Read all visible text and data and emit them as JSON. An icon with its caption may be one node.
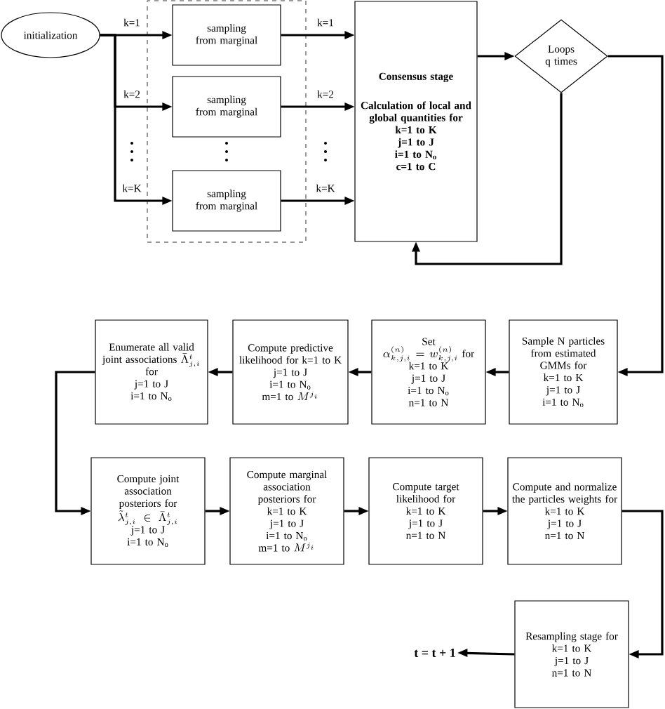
{
  "diagram": {
    "nodes": [
      {
        "text": [
          "initialization"
        ]
      },
      {
        "text": [],
        "shape": "box"
      },
      {
        "text": [
          "sampling from marginal"
        ],
        "in": 1
      },
      {
        "text": [
          "sampling from marginal"
        ],
        "in": 1
      },
      {
        "text": [
          "sampling from marginal"
        ],
        "in": 1
      },
      {
        "text": [
          "Consensus stage",
          "Calculation of local and global quantities for",
          "k=1 to K",
          "j=1 to J",
          "i=1 to N$_{o}$",
          "c=1 to C"
        ]
      },
      {
        "text": [
          "Loops q times"
        ]
      },
      {
        "text": [
          "Sample N particles from estimated GMMs for",
          "k=1 to K",
          "j=1 to J",
          "i=1 to N$_{o}$"
        ]
      },
      {
        "text": [
          "Set",
          "\\alpha^{(n)}_{k,j,i}=w^{(n)}_{k,j,i}",
          "for",
          "k=1 to K",
          "j=1 to J",
          "i=1 to N$_{o}$",
          "n=1 to N"
        ]
      },
      {
        "text": [
          "Compute predictive likelihood for",
          "k=1 to K",
          "j=1 to J",
          "i=1 to N$_{o}$",
          "m=1 to",
          "M^{j_i}"
        ]
      },
      {
        "text": [
          "Enumerate all valid joint associations",
          "\\bar{\\Lambda}^{t}_{j,i}",
          "for",
          "j=1 to J",
          "i=1 to N$_{o}$"
        ]
      },
      {
        "text": [
          "Compute joint association posteriors for",
          "\\tilde{\\lambda}^{t}_{j,i}\\in\\bar{\\Lambda}^{t}_{j,i}",
          "j=1 to J",
          "i=1 to N$_{o}$"
        ]
      },
      {
        "text": [
          "Compute marginal association posteriors for",
          "k=1 to K",
          "j=1 to J",
          "i=1 to N$_{o}$",
          "m=1 to",
          "M^{j_i}"
        ]
      },
      {
        "text": [
          "Compute target likelihood for",
          "k=1 to K",
          "j=1 to J",
          "n=1 to N"
        ]
      },
      {
        "text": [
          "Compute and normalize the particles weights for",
          "k=1 to K",
          "j=1 to J",
          "n=1 to N"
        ]
      },
      {
        "text": [
          "Resampling stage for",
          "k=1 to K",
          "j=1 to J",
          "n=1 to N"
        ]
      },
      {
        "text": [
          "t = t + 1"
        ]
      }
    ],
    "edges": [
      {
        "from": 0,
        "to": 2,
        "arrow": "to",
        "label": "k=1"
      },
      {
        "from": 0,
        "to": 3,
        "arrow": "to",
        "label": "k=2"
      },
      {
        "from": 0,
        "to": 4,
        "arrow": "to",
        "label": "k=K"
      },
      {
        "from": 2,
        "to": 5,
        "arrow": "to",
        "label": "k=1"
      },
      {
        "from": 3,
        "to": 5,
        "arrow": "to",
        "label": "k=2"
      },
      {
        "from": 4,
        "to": 5,
        "arrow": "to",
        "label": "k=K"
      },
      {
        "from": 5,
        "to": 6,
        "arrow": "to"
      },
      {
        "from": 6,
        "to": 5,
        "arrow": "to"
      },
      {
        "from": 6,
        "to": 7,
        "arrow": "to"
      },
      {
        "from": 7,
        "to": 8,
        "arrow": "to"
      },
      {
        "from": 8,
        "to": 9,
        "arrow": "to"
      },
      {
        "from": 9,
        "to": 10,
        "arrow": "to"
      },
      {
        "from": 10,
        "to": 11,
        "arrow": "to"
      },
      {
        "from": 11,
        "to": 12,
        "arrow": "to"
      },
      {
        "from": 12,
        "to": 13,
        "arrow": "to"
      },
      {
        "from": 13,
        "to": 14,
        "arrow": "to"
      },
      {
        "from": 14,
        "to": 15,
        "arrow": "to"
      },
      {
        "from": 15,
        "to": 16,
        "arrow": "to"
      }
    ]
  }
}
